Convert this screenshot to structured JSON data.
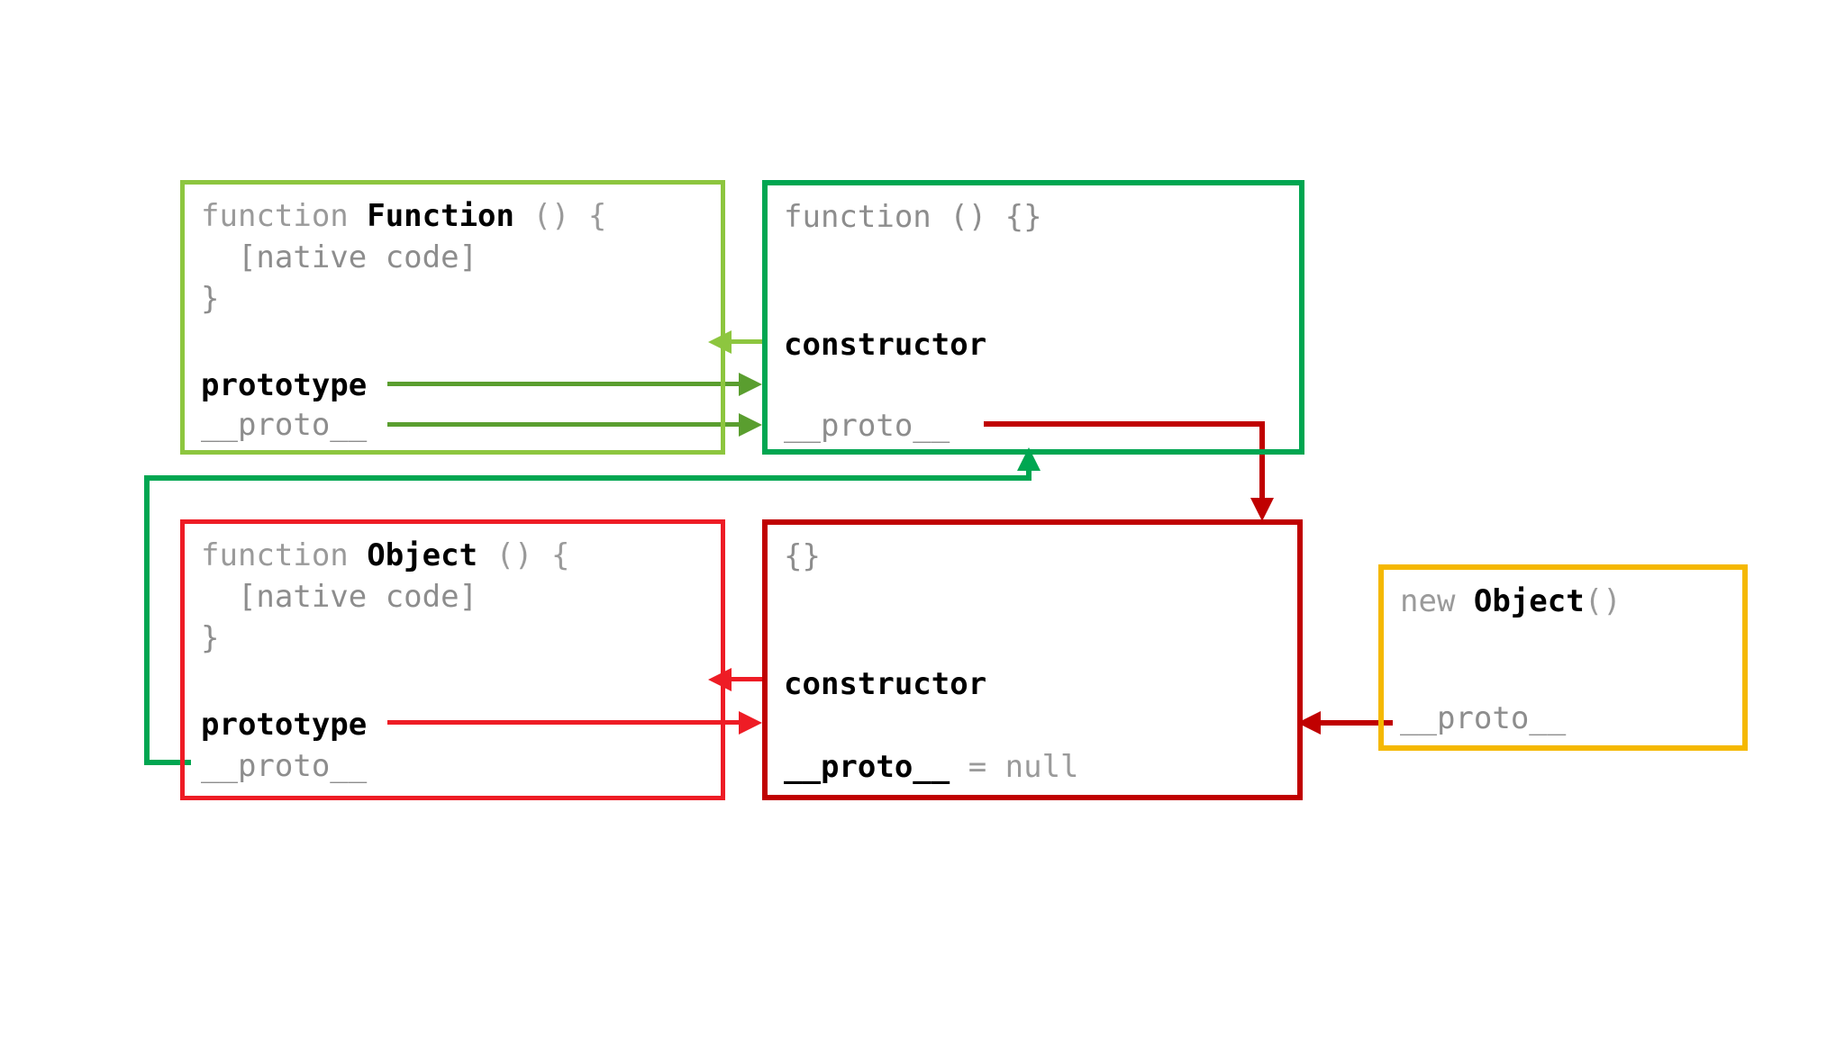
{
  "diagram": {
    "title": "JavaScript prototype chain diagram",
    "background": "#ffffff"
  },
  "colors": {
    "light_green": "#8dc63f",
    "mid_green": "#5a9e2f",
    "emerald": "#00a651",
    "bright_red": "#ee1c25",
    "dark_red": "#c00000",
    "yellow": "#f5b800",
    "text_dim": "#8d8d8d",
    "text_strong": "#000000"
  },
  "boxes": [
    {
      "id": "function-constructor",
      "border_color": "#8dc63f",
      "lines": [
        {
          "segments": [
            {
              "t": "function ",
              "s": "dim"
            },
            {
              "t": "Function",
              "s": "strong"
            },
            {
              "t": " () {",
              "s": "dim"
            }
          ]
        },
        {
          "segments": [
            {
              "t": "  [native code]",
              "s": "dim"
            }
          ]
        },
        {
          "segments": [
            {
              "t": "}",
              "s": "dim"
            }
          ]
        },
        {
          "segments": [
            {
              "t": "prototype",
              "s": "strong"
            }
          ]
        },
        {
          "segments": [
            {
              "t": "__proto__",
              "s": "dim"
            }
          ]
        }
      ],
      "text_function_head": "function Function () {",
      "text_native": "  [native code]",
      "text_close": "}",
      "text_prototype": "prototype",
      "text_proto": "__proto__"
    },
    {
      "id": "function-prototype",
      "border_color": "#00a651",
      "text_head": "function () {}",
      "text_constructor": "constructor",
      "text_proto": "__proto__"
    },
    {
      "id": "object-constructor",
      "border_color": "#ee1c25",
      "text_function_head": "function Object () {",
      "text_native": "  [native code]",
      "text_close": "}",
      "text_prototype": "prototype",
      "text_proto": "__proto__"
    },
    {
      "id": "object-prototype",
      "border_color": "#c00000",
      "text_head": "{}",
      "text_constructor": "constructor",
      "text_proto": "__proto__",
      "text_proto_value": " = null"
    },
    {
      "id": "new-object-instance",
      "border_color": "#f5b800",
      "text_head_new": "new ",
      "text_head_name": "Object",
      "text_head_call": "()",
      "text_proto": "__proto__"
    }
  ],
  "tokens": {
    "function_kw": "function ",
    "Function_name": "Function",
    "Object_name": "Object",
    "paren_open_brace": " () {",
    "native_code": "  [native code]",
    "closing_brace": "}",
    "prototype": "prototype",
    "proto": "__proto__",
    "constructor": "constructor",
    "empty_function": "function () {}",
    "empty_object": "{}",
    "equals_null": " = null",
    "new_kw": "new ",
    "call_parens": "()"
  },
  "edges": [
    {
      "id": "function-prototype-to-fnproto",
      "from": "function-constructor.prototype",
      "to": "function-prototype",
      "color": "#5a9e2f",
      "direction": "right"
    },
    {
      "id": "fnproto-constructor-to-function",
      "from": "function-prototype.constructor",
      "to": "function-constructor",
      "color": "#8dc63f",
      "direction": "left"
    },
    {
      "id": "function-proto-to-fnproto",
      "from": "function-constructor.__proto__",
      "to": "function-prototype",
      "color": "#5a9e2f",
      "direction": "right"
    },
    {
      "id": "object-proto-to-fnproto",
      "from": "object-constructor.__proto__",
      "to": "function-prototype",
      "color": "#00a651",
      "direction": "up"
    },
    {
      "id": "object-prototype-to-objproto",
      "from": "object-constructor.prototype",
      "to": "object-prototype",
      "color": "#ee1c25",
      "direction": "right"
    },
    {
      "id": "objproto-constructor-to-object",
      "from": "object-prototype.constructor",
      "to": "object-constructor",
      "color": "#ee1c25",
      "direction": "left"
    },
    {
      "id": "fnproto-proto-to-objproto",
      "from": "function-prototype.__proto__",
      "to": "object-prototype",
      "color": "#c00000",
      "direction": "down"
    },
    {
      "id": "instance-proto-to-objproto",
      "from": "new-object-instance.__proto__",
      "to": "object-prototype",
      "color": "#c00000",
      "direction": "left"
    }
  ]
}
